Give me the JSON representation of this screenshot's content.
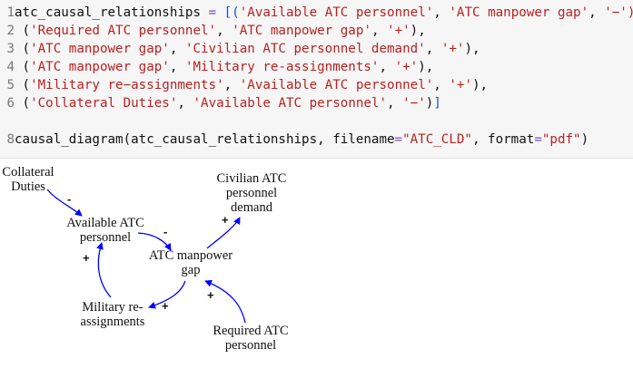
{
  "code": {
    "lines": [
      {
        "n": "1",
        "parts": [
          [
            "kw",
            "atc_causal_relationships "
          ],
          [
            "eq",
            "="
          ],
          [
            "kw",
            " "
          ],
          [
            "bracket",
            "[("
          ],
          [
            "str",
            "'Available ATC personnel'"
          ],
          [
            "kw",
            ", "
          ],
          [
            "str",
            "'ATC manpower gap'"
          ],
          [
            "kw",
            ", "
          ],
          [
            "str",
            "'−')"
          ]
        ]
      },
      {
        "n": "2",
        "parts": [
          [
            "kw",
            " ("
          ],
          [
            "str",
            "'Required ATC personnel'"
          ],
          [
            "kw",
            ", "
          ],
          [
            "str",
            "'ATC manpower gap'"
          ],
          [
            "kw",
            ", "
          ],
          [
            "str",
            "'+'"
          ],
          [
            "kw",
            "),"
          ]
        ]
      },
      {
        "n": "3",
        "parts": [
          [
            "kw",
            " ("
          ],
          [
            "str",
            "'ATC manpower gap'"
          ],
          [
            "kw",
            ", "
          ],
          [
            "str",
            "'Civilian ATC personnel demand'"
          ],
          [
            "kw",
            ", "
          ],
          [
            "str",
            "'+'"
          ],
          [
            "kw",
            "),"
          ]
        ]
      },
      {
        "n": "4",
        "parts": [
          [
            "kw",
            " ("
          ],
          [
            "str",
            "'ATC manpower gap'"
          ],
          [
            "kw",
            ", "
          ],
          [
            "str",
            "'Military re-assignments'"
          ],
          [
            "kw",
            ", "
          ],
          [
            "str",
            "'+'"
          ],
          [
            "kw",
            "),"
          ]
        ]
      },
      {
        "n": "5",
        "parts": [
          [
            "kw",
            " ("
          ],
          [
            "str",
            "'Military re−assignments'"
          ],
          [
            "kw",
            ", "
          ],
          [
            "str",
            "'Available ATC personnel'"
          ],
          [
            "kw",
            ", "
          ],
          [
            "str",
            "'+'"
          ],
          [
            "kw",
            "),"
          ]
        ]
      },
      {
        "n": "6",
        "parts": [
          [
            "kw",
            " ("
          ],
          [
            "str",
            "'Collateral Duties'"
          ],
          [
            "kw",
            ", "
          ],
          [
            "str",
            "'Available ATC personnel'"
          ],
          [
            "kw",
            ", "
          ],
          [
            "str",
            "'−'"
          ],
          [
            "kw",
            ")"
          ],
          [
            "bracket",
            "]"
          ]
        ]
      },
      {
        "n": "",
        "parts": []
      },
      {
        "n": "8",
        "parts": [
          [
            "kw",
            "causal_diagram(atc_causal_relationships, filename"
          ],
          [
            "eq",
            "="
          ],
          [
            "str",
            "\"ATC_CLD\""
          ],
          [
            "kw",
            ", format"
          ],
          [
            "eq",
            "="
          ],
          [
            "str",
            "\"pdf\""
          ],
          [
            "kw",
            ")"
          ]
        ]
      }
    ]
  },
  "diagram": {
    "nodes": {
      "collateral": "Collateral\nDuties",
      "available": "Available ATC\npersonnel",
      "gap": "ATC manpower\ngap",
      "civilian": "Civilian ATC\npersonnel\ndemand",
      "military": "Military re-\nassignments",
      "required": "Required ATC\npersonnel"
    },
    "signs": {
      "collateral_available": "-",
      "available_gap": "-",
      "gap_civilian": "+",
      "gap_military": "+",
      "military_available": "+",
      "required_gap": "+"
    },
    "edge_color": "#0000ff"
  }
}
